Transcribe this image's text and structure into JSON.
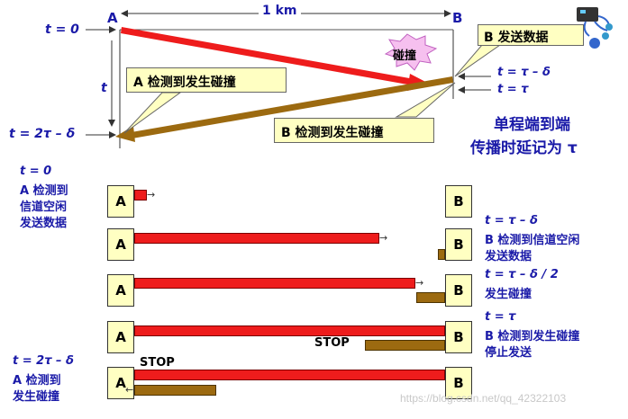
{
  "top": {
    "label_A": "A",
    "label_B": "B",
    "distance": "1 km",
    "t0": "t = 0",
    "t_mid": "t",
    "t_end": "t = 2τ – δ",
    "t_tau_minus_delta": "t = τ – δ",
    "t_tau": "t = τ",
    "collision": "碰撞",
    "b_sends": "B 发送数据",
    "a_detects": "A 检测到发生碰撞",
    "b_detects": "B 检测到发生碰撞",
    "delay_note_line1": "单程端到端",
    "delay_note_line2": "传播时延记为 τ"
  },
  "rows": [
    {
      "left_text": [
        "t = 0",
        "A 检测到",
        "信道空闲",
        "发送数据"
      ],
      "right_text": []
    },
    {
      "left_text": [],
      "right_text": [
        "t = τ – δ",
        "B 检测到信道空闲",
        "发送数据"
      ]
    },
    {
      "left_text": [],
      "right_text": [
        "t = τ – δ / 2",
        "发生碰撞"
      ]
    },
    {
      "left_text": [],
      "right_text": [
        "t = τ",
        "B 检测到发生碰撞",
        "停止发送"
      ],
      "stop_label": "STOP"
    },
    {
      "left_text": [
        "t = 2τ – δ",
        "A 检测到",
        "发生碰撞"
      ],
      "right_text": [],
      "stop_label": "STOP"
    }
  ],
  "station_a": "A",
  "station_b": "B",
  "watermark": "https://blog.csdn.net/qq_42322103",
  "colors": {
    "red": "#ee1c1c",
    "brown": "#9c6a10",
    "callout": "#ffffc2",
    "text_blue": "#1a1aa8"
  }
}
